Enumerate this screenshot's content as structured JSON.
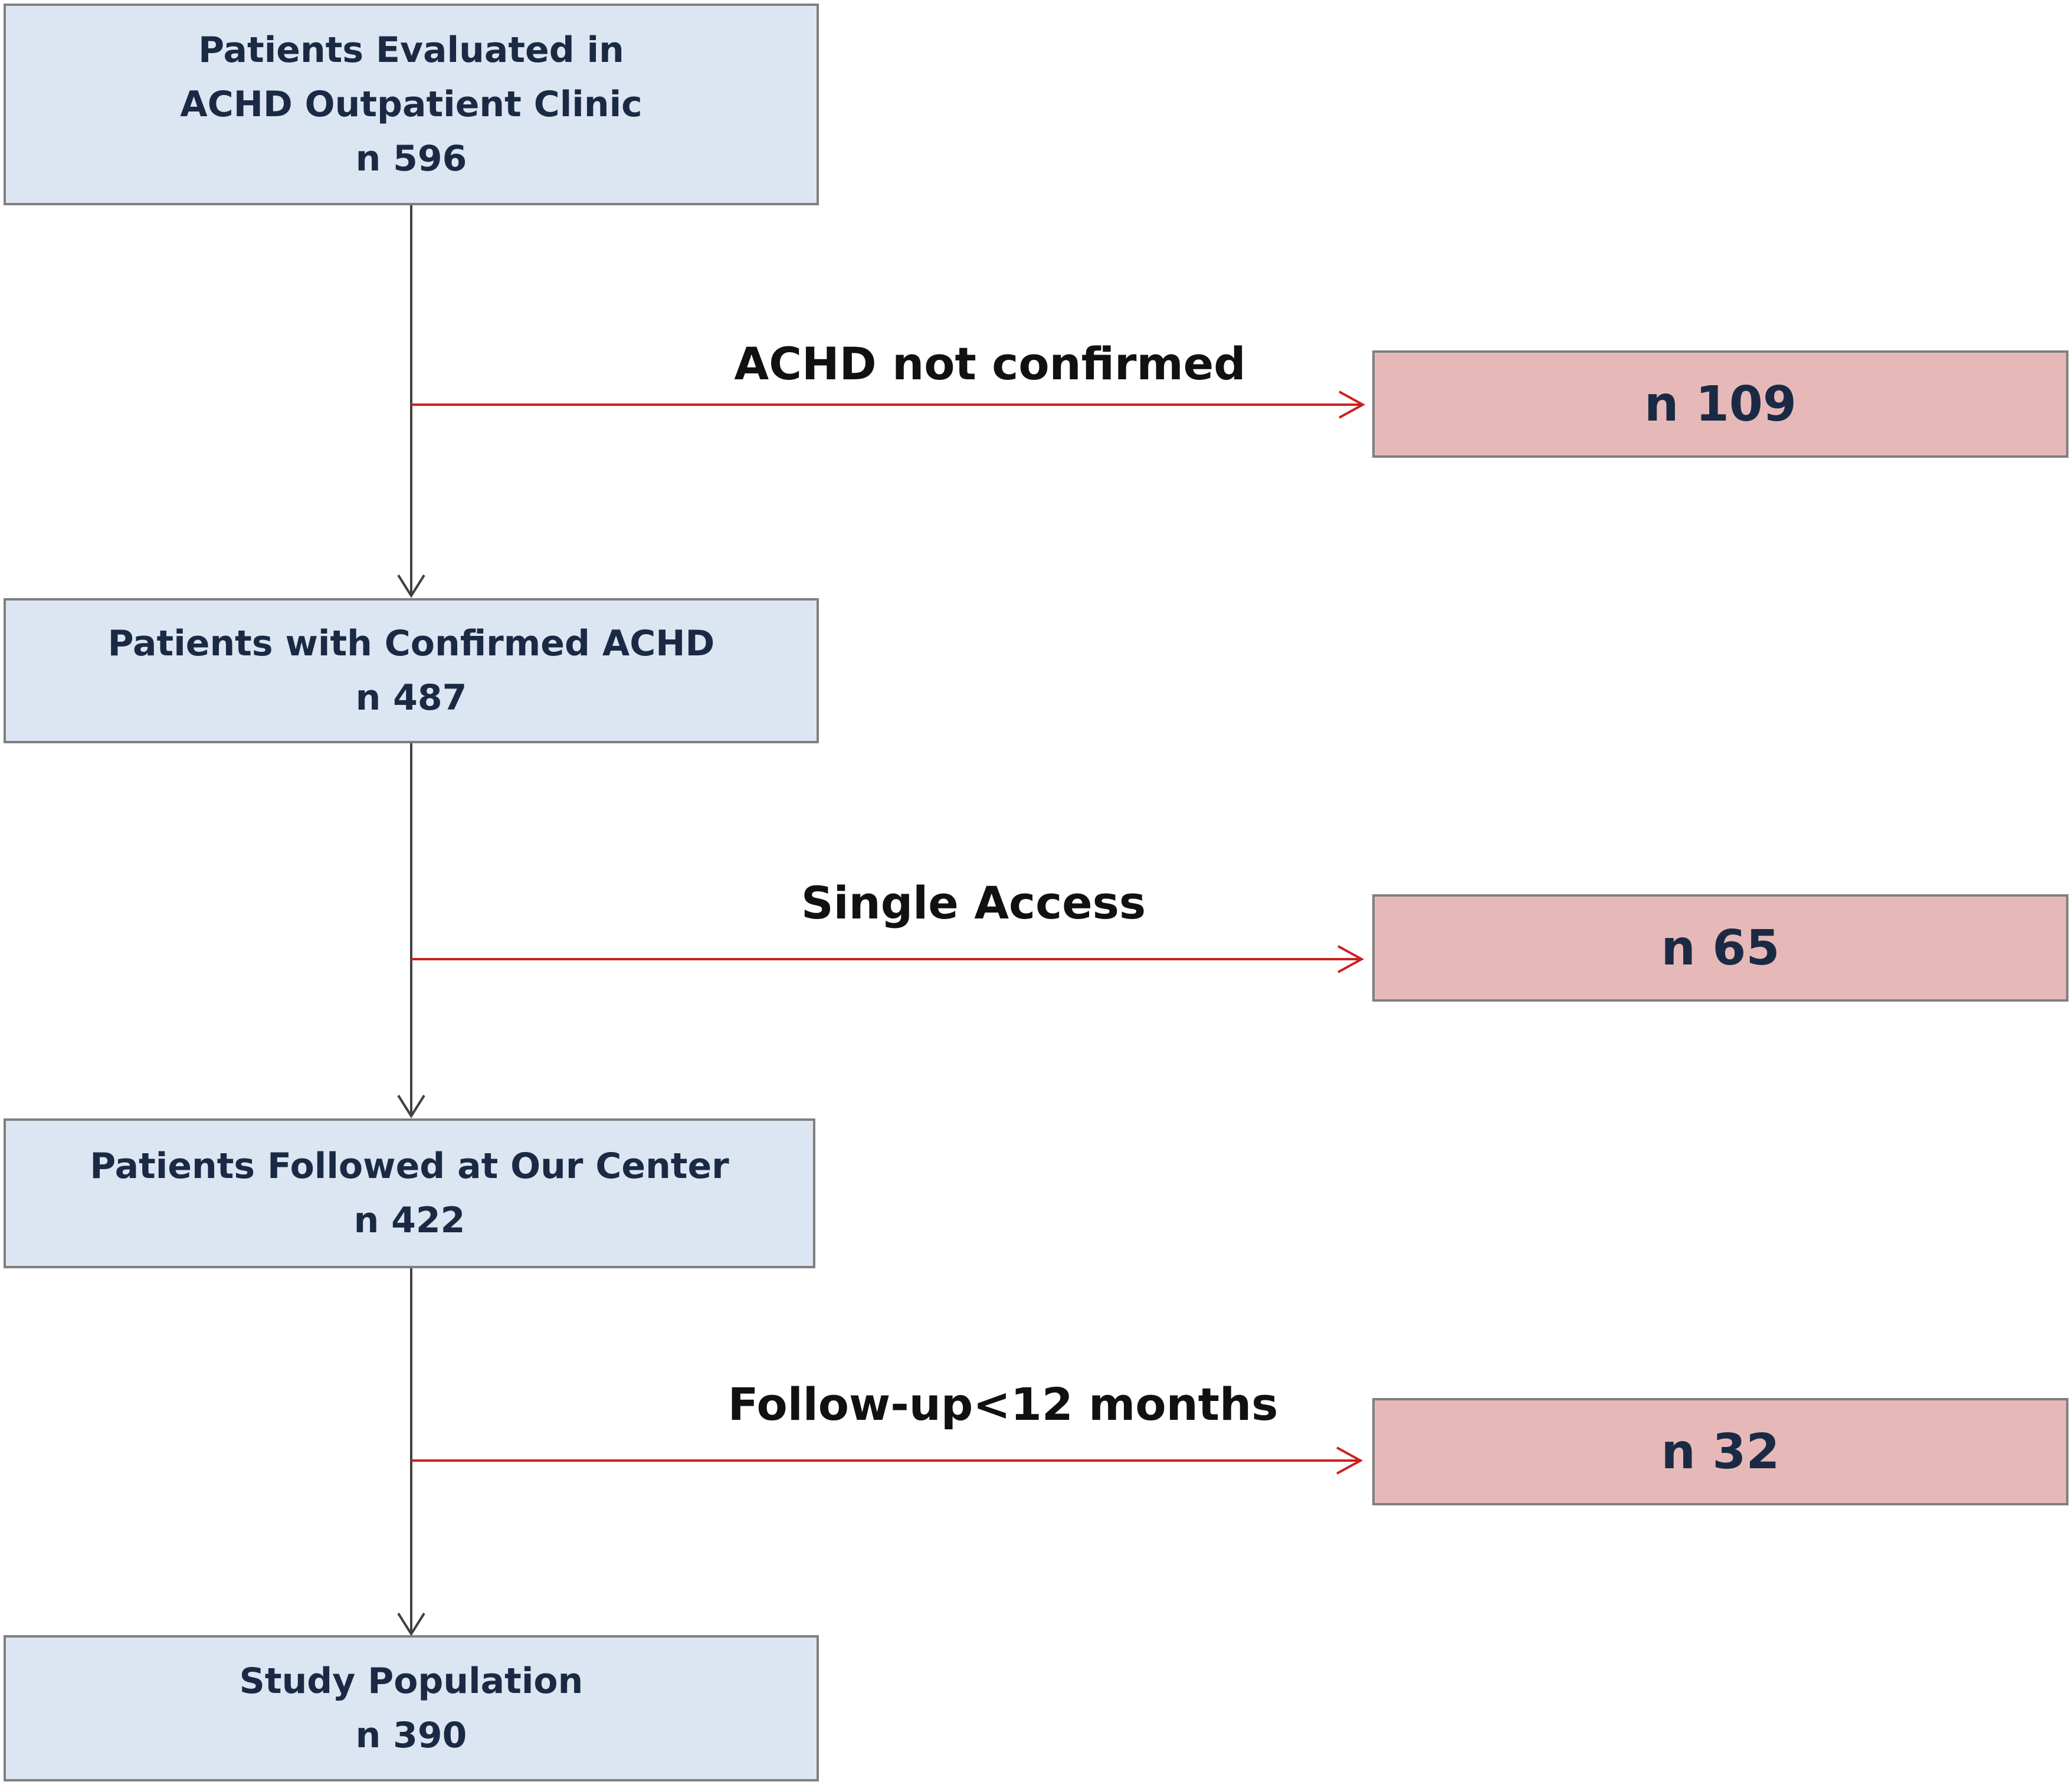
{
  "flow": {
    "stages": [
      {
        "lines": [
          "Patients Evaluated in",
          "ACHD Outpatient Clinic",
          "n 596"
        ]
      },
      {
        "lines": [
          "Patients with Confirmed ACHD",
          "n 487"
        ]
      },
      {
        "lines": [
          "Patients Followed at Our Center",
          "n 422"
        ]
      },
      {
        "lines": [
          "Study Population",
          "n 390"
        ]
      }
    ],
    "exclusions": [
      {
        "reason": "ACHD not confirmed",
        "count": "n 109"
      },
      {
        "reason": "Single Access",
        "count": "n 65"
      },
      {
        "reason": "Follow-up<12 months",
        "count": "n 32"
      }
    ]
  },
  "colors": {
    "stage_fill": "#dce6f2",
    "exclusion_fill": "#e6b9b8",
    "box_border": "#7f7f7f",
    "main_arrow": "#404040",
    "exclusion_arrow": "#cc1f1f",
    "text": "#1b2a44"
  }
}
